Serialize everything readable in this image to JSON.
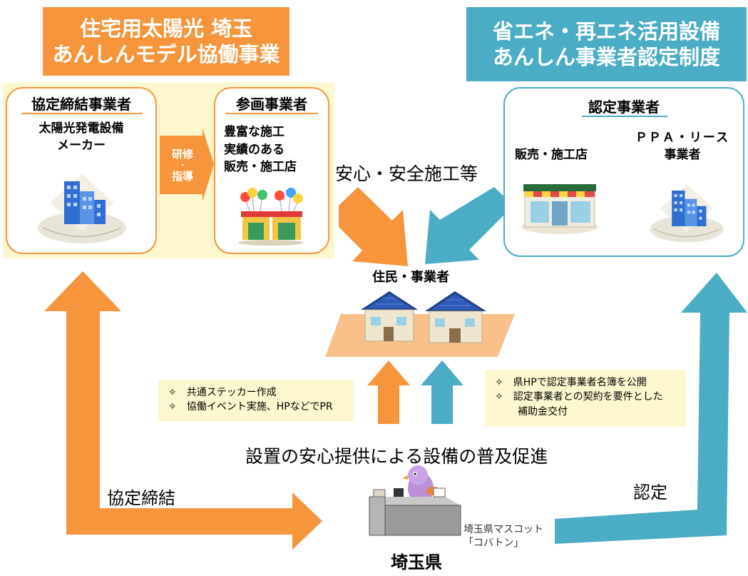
{
  "colors": {
    "orange": "#f6953b",
    "orange_light": "#fac089",
    "blue": "#4bacc6",
    "cream": "#fdf7cf"
  },
  "header_left": {
    "line1": "住宅用太陽光 埼玉",
    "line2": "あんしんモデル協働事業"
  },
  "header_right": {
    "line1": "省エネ・再エネ活用設備",
    "line2": "あんしん事業者認定制度"
  },
  "left_card": {
    "title": "協定締結事業者",
    "line1": "太陽光発電設備",
    "line2": "メーカー",
    "icon": "office-building-icon"
  },
  "training_arrow": {
    "line1": "研修",
    "dot": "・",
    "line2": "指導"
  },
  "mid_card": {
    "title": "参画事業者",
    "line1": "豊富な施工",
    "line2": "実績のある",
    "line3": "販売・施工店",
    "icon": "shop-with-balloons-icon"
  },
  "right_card": {
    "title": "認定事業者",
    "col1": "販売・施工店",
    "col2_line1": "ＰＰＡ・リース",
    "col2_line2": "事業者",
    "icon1": "storefront-icon",
    "icon2": "office-building-icon"
  },
  "safe_label": "安心・安全施工等",
  "residents_label": "住民・事業者",
  "houses_icon": "houses-with-solar-panels-icon",
  "note_left": {
    "item1": "✧　共通ステッカー作成",
    "item2": "✧　協働イベント実施、HPなどでPR"
  },
  "note_right": {
    "item1": "✧　県HPで認定事業者名簿を公開",
    "item2": "✧　認定事業者との契約を要件とした",
    "item3": "補助金交付"
  },
  "promotion_label": "設置の安心提供による設備の普及促進",
  "agreement_label": "協定締結",
  "certification_label": "認定",
  "mascot_line1": "埼玉県マスコット",
  "mascot_line2": "「コバトン」",
  "mascot_icon": "kobaton-mascot-at-desk-icon",
  "prefecture_label": "埼玉県"
}
